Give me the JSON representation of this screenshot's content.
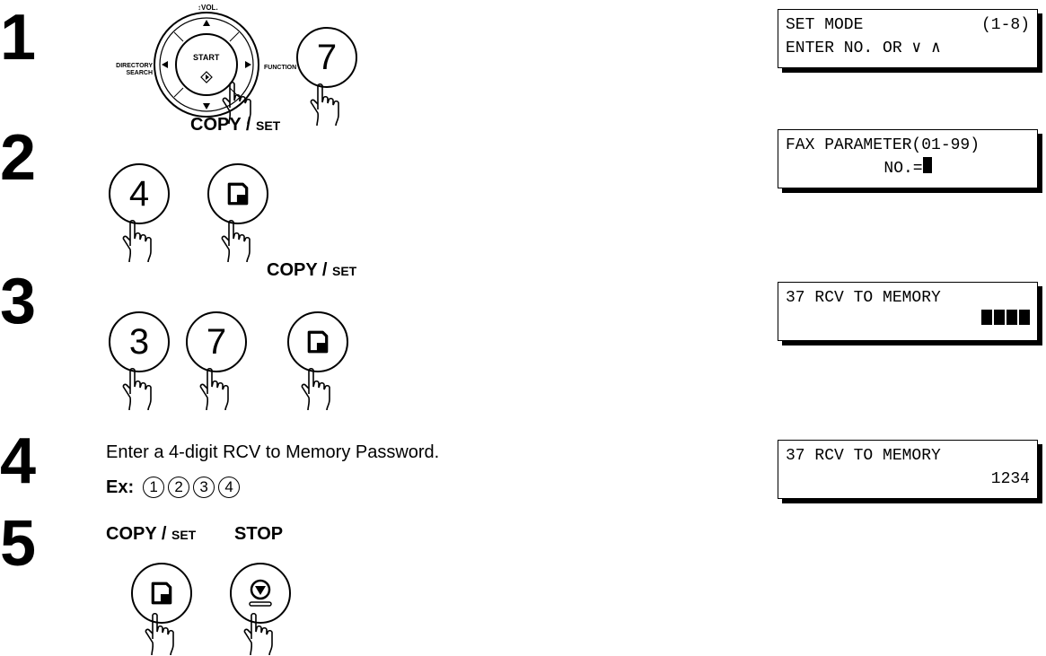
{
  "steps": [
    {
      "number": "1"
    },
    {
      "number": "2"
    },
    {
      "number": "3"
    },
    {
      "number": "4"
    },
    {
      "number": "5"
    }
  ],
  "control_pad": {
    "vol_label": "↕VOL.",
    "directory_label_1": "DIRECTORY",
    "directory_label_2": "SEARCH",
    "start_label": "START",
    "function_label": "FUNCTION"
  },
  "keys": {
    "step1": "7",
    "step2": "4",
    "step3_a": "3",
    "step3_b": "7"
  },
  "labels": {
    "copy_main": "COPY / ",
    "copy_small": "SET",
    "stop": "STOP"
  },
  "step4": {
    "instruction": "Enter a 4-digit RCV to Memory Password.",
    "example_prefix": "Ex:",
    "example_digits": [
      "1",
      "2",
      "3",
      "4"
    ]
  },
  "displays": {
    "d1": {
      "line1_left": "SET MODE",
      "line1_right": "(1-8)",
      "line2": "ENTER NO. OR ∨ ∧"
    },
    "d2": {
      "line1": "FAX PARAMETER(01-99)",
      "line2": "NO.="
    },
    "d3": {
      "line1": "37 RCV TO MEMORY"
    },
    "d4": {
      "line1": "37 RCV TO MEMORY",
      "line2": "1234"
    }
  }
}
